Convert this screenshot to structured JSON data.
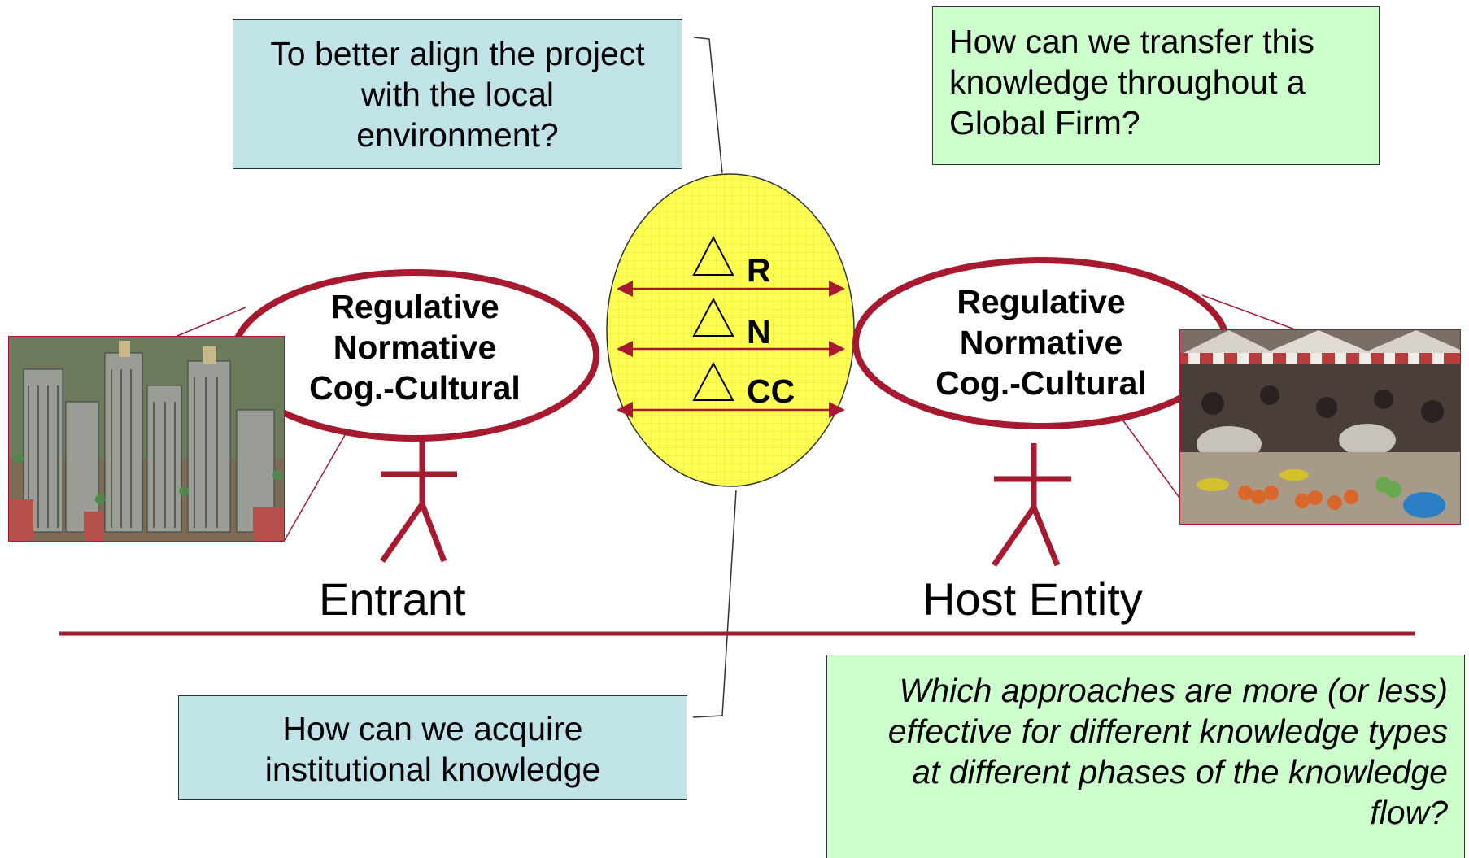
{
  "colors": {
    "accent": "#a6192e",
    "blue_box": "#bfe3e6",
    "green_box": "#ccffcc",
    "center_ellipse": "#ffff55"
  },
  "boxes": {
    "top_left": "To better align the project with the local environment?",
    "top_right": "How can we transfer this knowledge throughout a Global Firm?",
    "bottom_left": "How can we acquire institutional knowledge",
    "bottom_right": "Which approaches are more (or less) effective for different knowledge types at different phases of the knowledge flow?"
  },
  "pillars": {
    "left": [
      "Regulative",
      "Normative",
      "Cog.-Cultural"
    ],
    "right": [
      "Regulative",
      "Normative",
      "Cog.-Cultural"
    ]
  },
  "deltas": [
    "R",
    "N",
    "CC"
  ],
  "actors": {
    "left": "Entrant",
    "right": "Host Entity"
  },
  "icons": {
    "left_photo": "city-skyline-image",
    "right_photo": "market-stall-image",
    "actor": "stick-figure-icon",
    "delta": "triangle-delta-icon"
  }
}
